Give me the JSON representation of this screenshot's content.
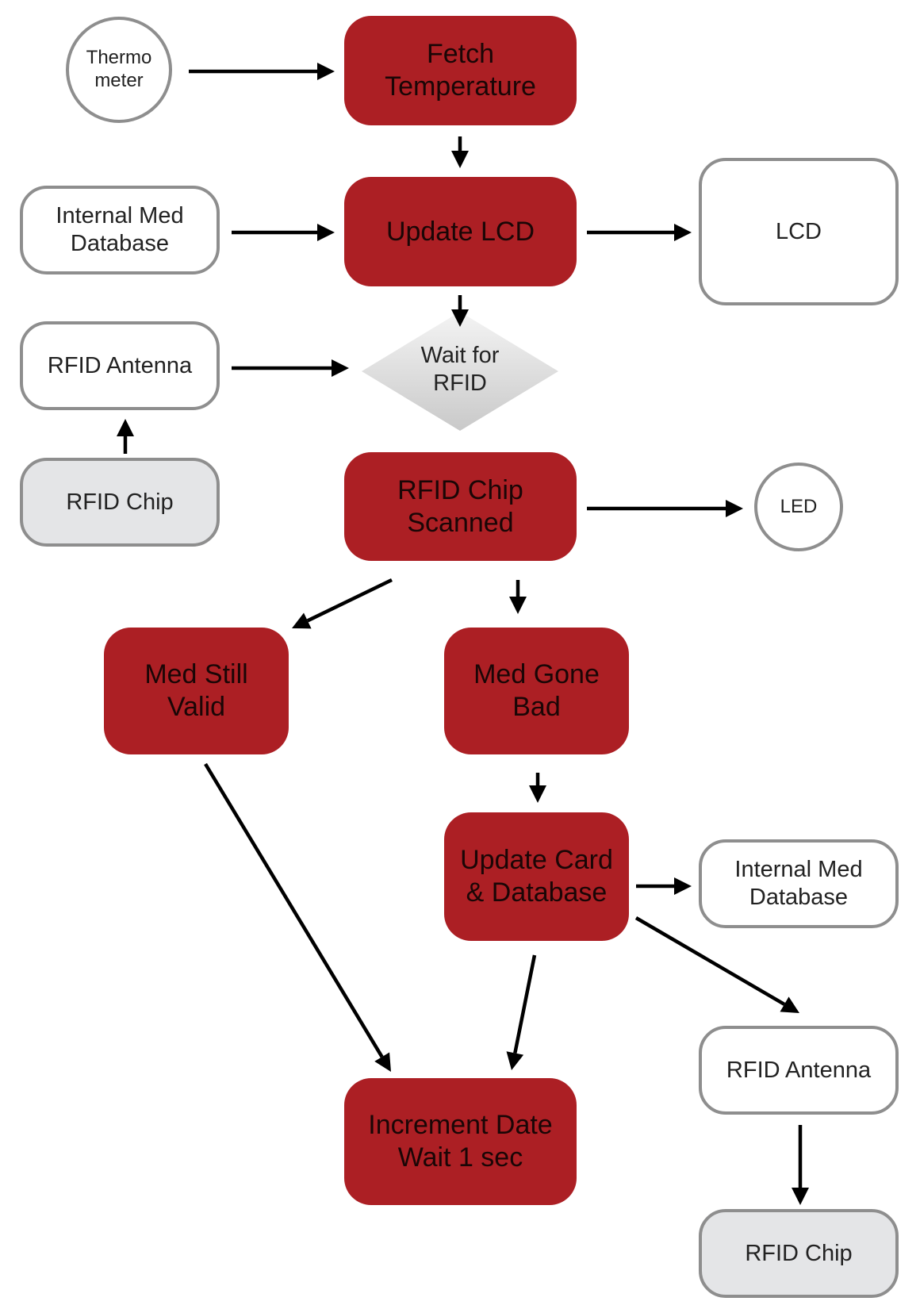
{
  "nodes": {
    "thermometer": "Thermo\nmeter",
    "fetch_temperature": "Fetch\nTemperature",
    "internal_med_db_1": "Internal Med\nDatabase",
    "update_lcd": "Update LCD",
    "lcd": "LCD",
    "rfid_antenna_1": "RFID Antenna",
    "wait_for_rfid": "Wait for\nRFID",
    "rfid_chip_1": "RFID Chip",
    "rfid_chip_scanned": "RFID Chip\nScanned",
    "led": "LED",
    "med_still_valid": "Med Still\nValid",
    "med_gone_bad": "Med Gone\nBad",
    "update_card_db": "Update Card\n& Database",
    "internal_med_db_2": "Internal Med\nDatabase",
    "rfid_antenna_2": "RFID Antenna",
    "increment_date": "Increment Date\nWait 1 sec",
    "rfid_chip_2": "RFID Chip"
  },
  "edges": [
    {
      "from": "thermometer",
      "to": "fetch_temperature"
    },
    {
      "from": "fetch_temperature",
      "to": "update_lcd"
    },
    {
      "from": "internal_med_db_1",
      "to": "update_lcd"
    },
    {
      "from": "update_lcd",
      "to": "lcd"
    },
    {
      "from": "update_lcd",
      "to": "wait_for_rfid"
    },
    {
      "from": "rfid_antenna_1",
      "to": "wait_for_rfid"
    },
    {
      "from": "rfid_chip_1",
      "to": "rfid_antenna_1"
    },
    {
      "from": "rfid_chip_scanned",
      "to": "led"
    },
    {
      "from": "rfid_chip_scanned",
      "to": "med_still_valid"
    },
    {
      "from": "rfid_chip_scanned",
      "to": "med_gone_bad"
    },
    {
      "from": "med_gone_bad",
      "to": "update_card_db"
    },
    {
      "from": "update_card_db",
      "to": "internal_med_db_2"
    },
    {
      "from": "update_card_db",
      "to": "rfid_antenna_2"
    },
    {
      "from": "update_card_db",
      "to": "increment_date"
    },
    {
      "from": "med_still_valid",
      "to": "increment_date"
    },
    {
      "from": "rfid_antenna_2",
      "to": "rfid_chip_2"
    }
  ],
  "colors": {
    "process_fill": "#ac1f24",
    "io_border": "#8e8e8e",
    "hardware_fill": "#e4e5e7",
    "arrow": "#000000"
  }
}
